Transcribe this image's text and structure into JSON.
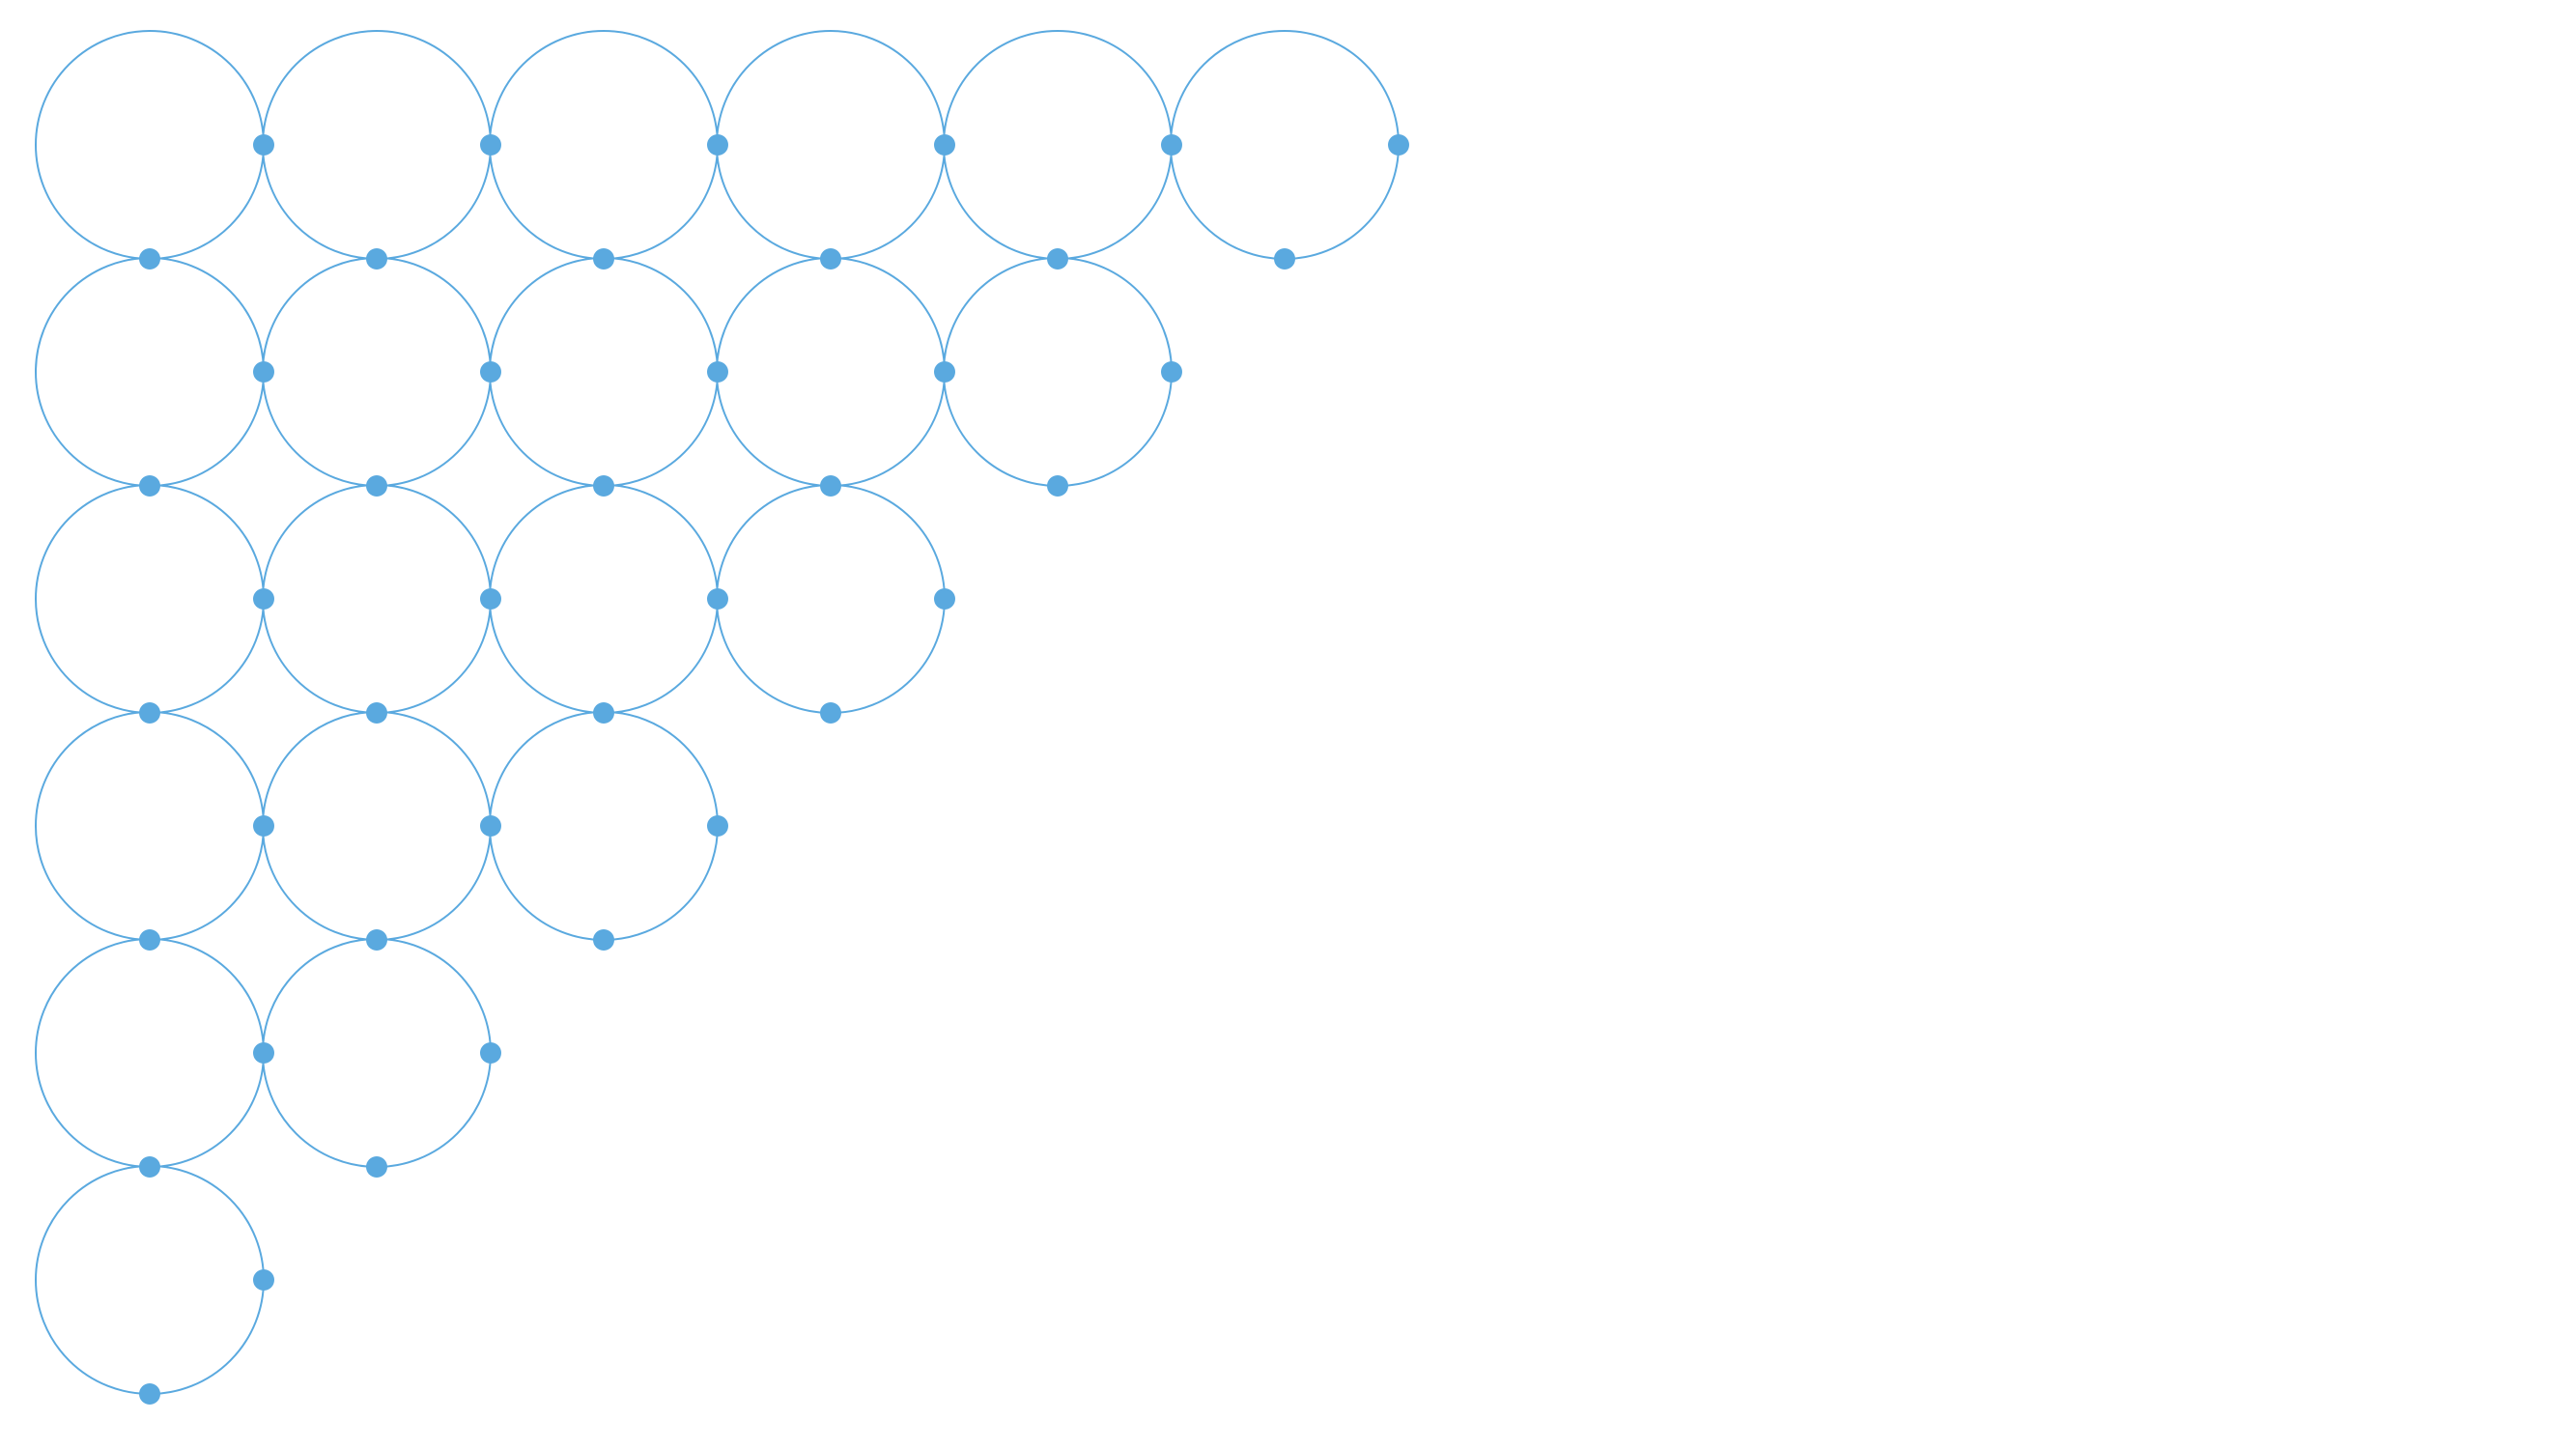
{
  "diagram": {
    "type": "triangular-circle-grid",
    "rows": [
      6,
      5,
      4,
      3,
      2,
      1
    ],
    "circle_stroke_color": "#5aa9df",
    "node_fill_color": "#5aa9df",
    "background_color": "#ffffff",
    "nodes_per_circle": [
      "right",
      "bottom"
    ]
  }
}
